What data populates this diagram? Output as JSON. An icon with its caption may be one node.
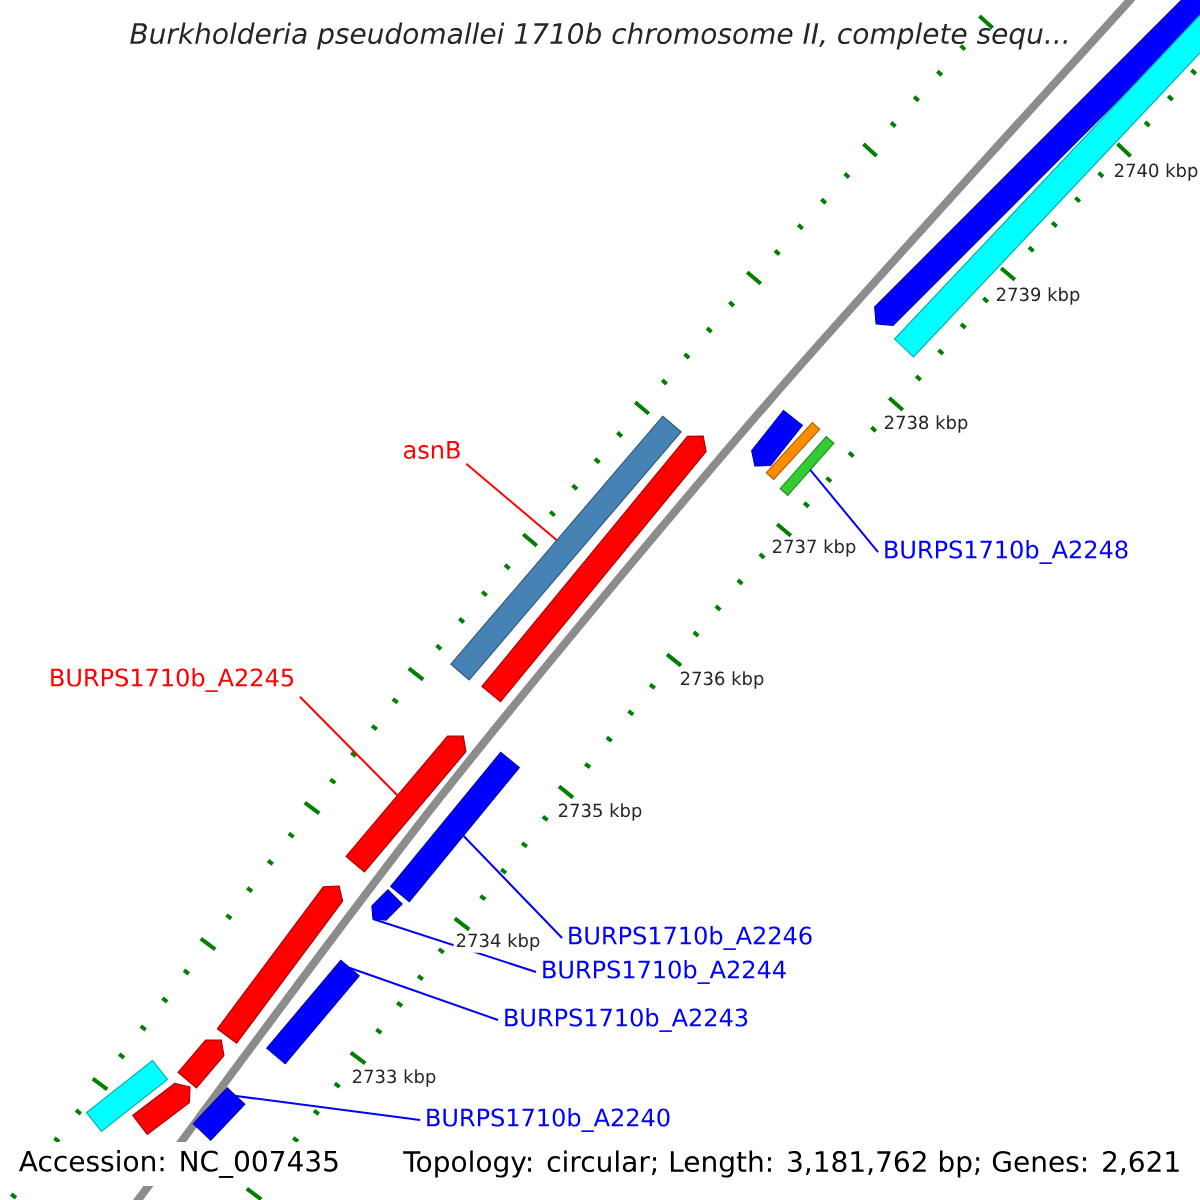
{
  "diagram": {
    "title": "Burkholderia pseudomallei 1710b chromosome II, complete sequ...",
    "nodes": [
      {
        "text": [
          "asnB"
        ]
      },
      {
        "text": [],
        "shape": "bar"
      },
      {
        "text": [
          "BURPS1710b_A2245"
        ]
      },
      {
        "text": [],
        "shape": "bar"
      },
      {
        "text": [
          "BURPS1710b_A2248"
        ]
      },
      {
        "text": [],
        "shape": "bar"
      },
      {
        "text": [
          "BURPS1710b_A2246"
        ]
      },
      {
        "text": [],
        "shape": "bar"
      },
      {
        "text": [
          "BURPS1710b_A2244"
        ]
      },
      {
        "text": [],
        "shape": "bar"
      },
      {
        "text": [
          "BURPS1710b_A2243"
        ]
      },
      {
        "text": [],
        "shape": "bar"
      },
      {
        "text": [
          "BURPS1710b_A2240"
        ]
      },
      {
        "text": [],
        "shape": "bar"
      },
      {
        "text": [],
        "shape": "bar"
      },
      {
        "text": [],
        "shape": "bar"
      },
      {
        "text": [],
        "shape": "bar"
      },
      {
        "text": [],
        "shape": "bar"
      },
      {
        "text": [],
        "shape": "bar"
      },
      {
        "text": [],
        "shape": "bar"
      },
      {
        "text": [],
        "shape": "bar"
      },
      {
        "text": [],
        "shape": "bar"
      },
      {
        "text": [],
        "shape": "bar"
      }
    ],
    "edges": [
      {
        "from": 0,
        "to": 1,
        "arrow": "none",
        "color": "#ff0000"
      },
      {
        "from": 2,
        "to": 3,
        "arrow": "none",
        "color": "#ff0000"
      },
      {
        "from": 4,
        "to": 5,
        "arrow": "none"
      },
      {
        "from": 6,
        "to": 7,
        "arrow": "none"
      },
      {
        "from": 8,
        "to": 9,
        "arrow": "none"
      },
      {
        "from": 10,
        "to": 11,
        "arrow": "none"
      },
      {
        "from": 12,
        "to": 13,
        "arrow": "none"
      }
    ],
    "labels": [
      "2740 kbp",
      "2739 kbp",
      "2738 kbp",
      "2737 kbp",
      "2736 kbp",
      "2735 kbp",
      "2734 kbp",
      "2733 kbp",
      "Accession: NC_007435",
      "Topology: circular; Length: 3,181,762 bp; Genes: 2,621"
    ]
  }
}
